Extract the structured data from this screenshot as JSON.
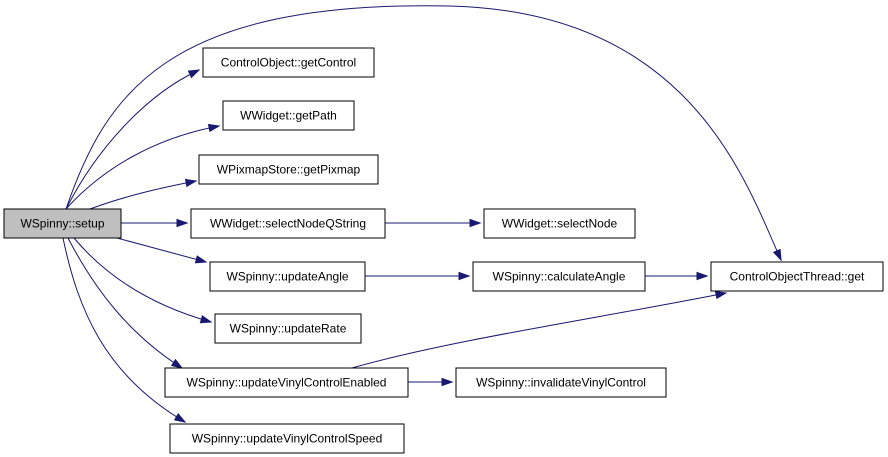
{
  "graph": {
    "edge_color": "#191970",
    "root_fill": "#bfbfbf",
    "nodes": [
      {
        "id": "setup",
        "label": "WSpinny::setup"
      },
      {
        "id": "getControl",
        "label": "ControlObject::getControl"
      },
      {
        "id": "getPath",
        "label": "WWidget::getPath"
      },
      {
        "id": "getPixmap",
        "label": "WPixmapStore::getPixmap"
      },
      {
        "id": "selectNodeQString",
        "label": "WWidget::selectNodeQString"
      },
      {
        "id": "selectNode",
        "label": "WWidget::selectNode"
      },
      {
        "id": "updateAngle",
        "label": "WSpinny::updateAngle"
      },
      {
        "id": "calculateAngle",
        "label": "WSpinny::calculateAngle"
      },
      {
        "id": "cotGet",
        "label": "ControlObjectThread::get"
      },
      {
        "id": "updateRate",
        "label": "WSpinny::updateRate"
      },
      {
        "id": "updateVinylControlEnabled",
        "label": "WSpinny::updateVinylControlEnabled"
      },
      {
        "id": "invalidateVinylControl",
        "label": "WSpinny::invalidateVinylControl"
      },
      {
        "id": "updateVinylControlSpeed",
        "label": "WSpinny::updateVinylControlSpeed"
      }
    ],
    "edges": [
      {
        "from": "setup",
        "to": "cotGet"
      },
      {
        "from": "setup",
        "to": "getControl"
      },
      {
        "from": "setup",
        "to": "getPath"
      },
      {
        "from": "setup",
        "to": "getPixmap"
      },
      {
        "from": "setup",
        "to": "selectNodeQString"
      },
      {
        "from": "setup",
        "to": "updateAngle"
      },
      {
        "from": "setup",
        "to": "updateRate"
      },
      {
        "from": "setup",
        "to": "updateVinylControlEnabled"
      },
      {
        "from": "setup",
        "to": "updateVinylControlSpeed"
      },
      {
        "from": "selectNodeQString",
        "to": "selectNode"
      },
      {
        "from": "updateAngle",
        "to": "calculateAngle"
      },
      {
        "from": "calculateAngle",
        "to": "cotGet"
      },
      {
        "from": "updateVinylControlEnabled",
        "to": "cotGet"
      },
      {
        "from": "updateVinylControlEnabled",
        "to": "invalidateVinylControl"
      }
    ]
  }
}
